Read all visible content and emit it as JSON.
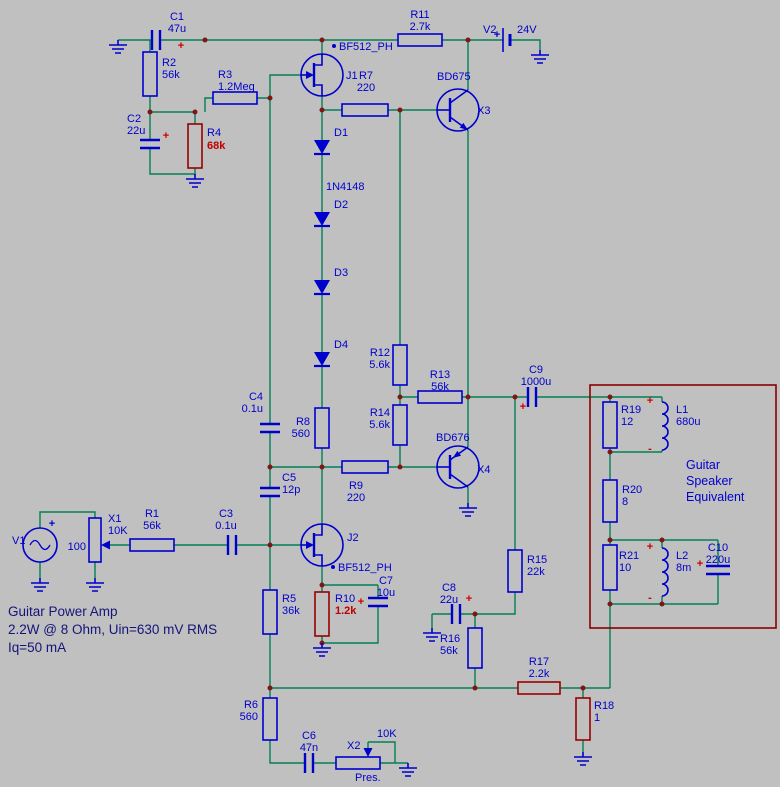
{
  "meta": {
    "background_color": "#c0c0c0",
    "wire_color": "#008054",
    "component_color": "#0000cc",
    "highlight_value_color": "#cc0000",
    "highlighted_component_color": "#990000",
    "junction_color": "#801515",
    "caption_color": "#14147a"
  },
  "components": {
    "C1": {
      "ref": "C1",
      "value": "47u"
    },
    "C2": {
      "ref": "C2",
      "value": "22u"
    },
    "C3": {
      "ref": "C3",
      "value": "0.1u"
    },
    "C4": {
      "ref": "C4",
      "value": "0.1u"
    },
    "C5": {
      "ref": "C5",
      "value": "12p"
    },
    "C6": {
      "ref": "C6",
      "value": "47n"
    },
    "C7": {
      "ref": "C7",
      "value": "10u"
    },
    "C8": {
      "ref": "C8",
      "value": "22u"
    },
    "C9": {
      "ref": "C9",
      "value": "1000u"
    },
    "C10": {
      "ref": "C10",
      "value": "220u"
    },
    "R1": {
      "ref": "R1",
      "value": "56k"
    },
    "R2": {
      "ref": "R2",
      "value": "56k"
    },
    "R3": {
      "ref": "R3",
      "value": "1.2Meg"
    },
    "R4": {
      "ref": "R4",
      "value": "68k"
    },
    "R5": {
      "ref": "R5",
      "value": "36k"
    },
    "R6": {
      "ref": "R6",
      "value": "560"
    },
    "R7": {
      "ref": "R7",
      "value": "220"
    },
    "R8": {
      "ref": "R8",
      "value": "560"
    },
    "R9": {
      "ref": "R9",
      "value": "220"
    },
    "R10": {
      "ref": "R10",
      "value": "1.2k"
    },
    "R11": {
      "ref": "R11",
      "value": "2.7k"
    },
    "R12": {
      "ref": "R12",
      "value": "5.6k"
    },
    "R13": {
      "ref": "R13",
      "value": "56k"
    },
    "R14": {
      "ref": "R14",
      "value": "5.6k"
    },
    "R15": {
      "ref": "R15",
      "value": "22k"
    },
    "R16": {
      "ref": "R16",
      "value": "56k"
    },
    "R17": {
      "ref": "R17",
      "value": "2.2k"
    },
    "R18": {
      "ref": "R18",
      "value": "1"
    },
    "R19": {
      "ref": "R19",
      "value": "12"
    },
    "R20": {
      "ref": "R20",
      "value": "8"
    },
    "R21": {
      "ref": "R21",
      "value": "10"
    },
    "L1": {
      "ref": "L1",
      "value": "680u"
    },
    "L2": {
      "ref": "L2",
      "value": "8m"
    },
    "D1": {
      "ref": "D1",
      "type": "1N4148"
    },
    "D2": {
      "ref": "D2"
    },
    "D3": {
      "ref": "D3"
    },
    "D4": {
      "ref": "D4"
    },
    "J1": {
      "ref": "J1",
      "type": "BF512_PH"
    },
    "J2": {
      "ref": "J2",
      "type": "BF512_PH"
    },
    "X1": {
      "ref": "X1",
      "value": "10K",
      "setting": "100"
    },
    "X2": {
      "ref": "X2",
      "value": "10K",
      "label": "Pres."
    },
    "X3": {
      "ref": "X3",
      "type": "BD675"
    },
    "X4": {
      "ref": "X4",
      "type": "BD676"
    },
    "V1": {
      "ref": "V1"
    },
    "V2": {
      "ref": "V2",
      "value": "24V"
    }
  },
  "annotations": {
    "title": "Guitar Power Amp",
    "specs": "2.2W @ 8 Ohm, Uin=630 mV RMS",
    "bias": "Iq=50 mA",
    "speaker": [
      "Guitar",
      "Speaker",
      "Equivalent"
    ]
  },
  "marks": {
    "plus": "+",
    "minus": "-"
  }
}
